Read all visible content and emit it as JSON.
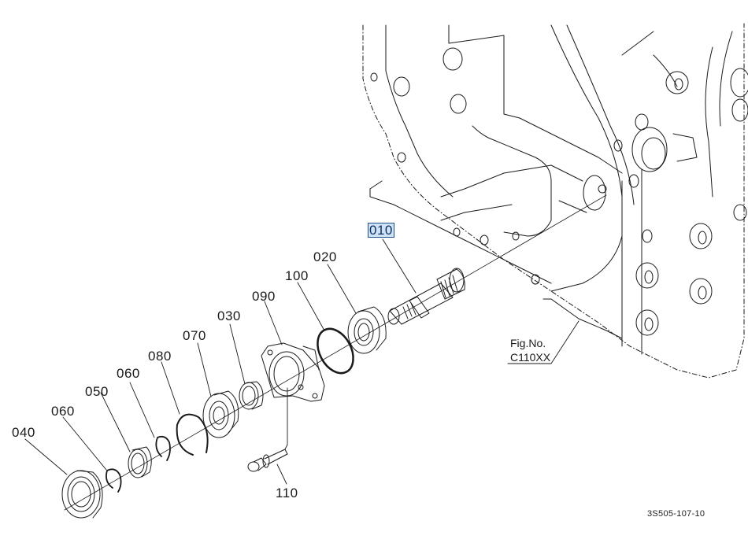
{
  "diagram": {
    "title": "Parts exploded view",
    "selected_part": "010",
    "highlight_color": "#cfe3f7",
    "highlight_border": "#1f4e8c",
    "line_color": "#1a1a1a",
    "parts": [
      {
        "id": "p010",
        "label": "010",
        "selected": true
      },
      {
        "id": "p020",
        "label": "020",
        "selected": false
      },
      {
        "id": "p100",
        "label": "100",
        "selected": false
      },
      {
        "id": "p090",
        "label": "090",
        "selected": false
      },
      {
        "id": "p030",
        "label": "030",
        "selected": false
      },
      {
        "id": "p070",
        "label": "070",
        "selected": false
      },
      {
        "id": "p080",
        "label": "080",
        "selected": false
      },
      {
        "id": "p060a",
        "label": "060",
        "selected": false
      },
      {
        "id": "p050",
        "label": "050",
        "selected": false
      },
      {
        "id": "p060b",
        "label": "060",
        "selected": false
      },
      {
        "id": "p040",
        "label": "040",
        "selected": false
      },
      {
        "id": "p110",
        "label": "110",
        "selected": false
      }
    ],
    "figure": {
      "line1": "Fig.No.",
      "line2": "C110XX"
    },
    "drawing_code": "3S505-107-10"
  }
}
